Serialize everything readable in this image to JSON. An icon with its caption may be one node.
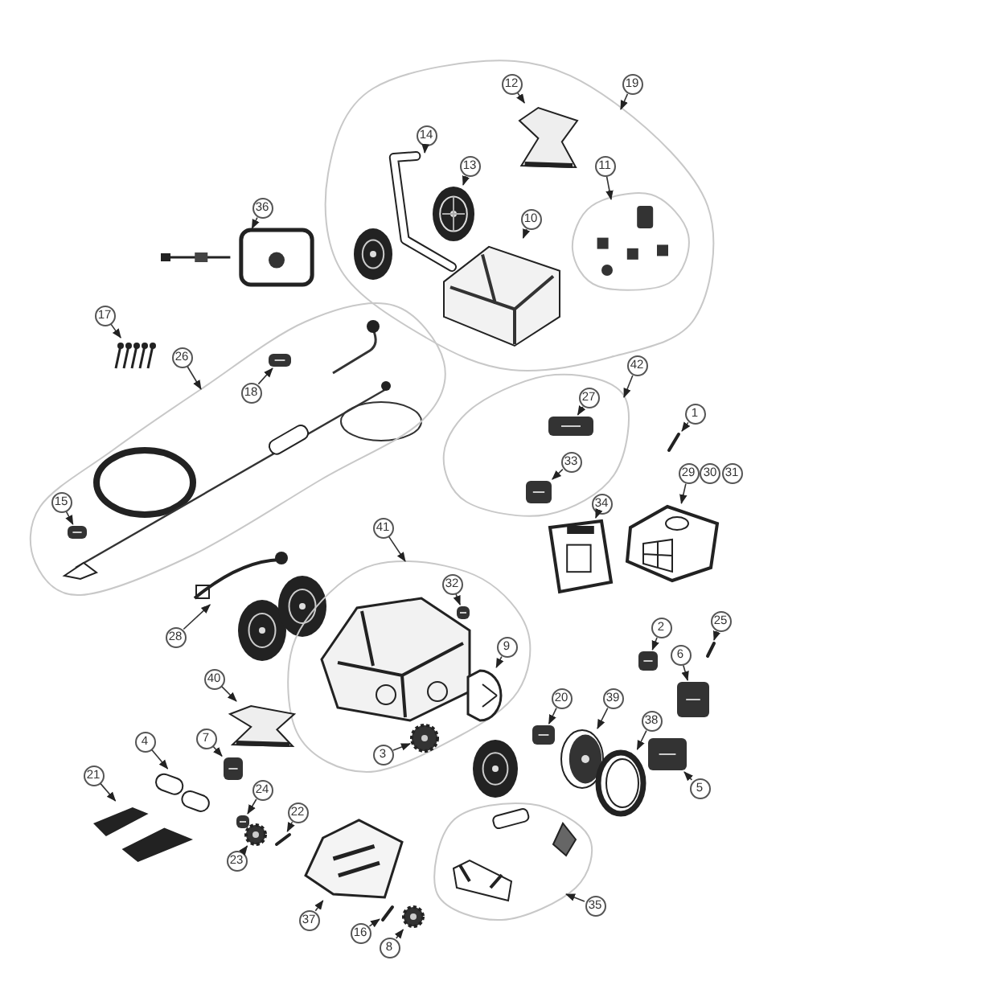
{
  "diagram": {
    "nodes": [
      {
        "text": [],
        "shape": "outline"
      },
      {
        "text": [
          "12"
        ],
        "in": 0
      },
      {
        "text": [],
        "shape": "picture",
        "in": 0
      },
      {
        "text": [
          "19"
        ]
      },
      {
        "text": [
          "14"
        ],
        "in": 0
      },
      {
        "text": [],
        "shape": "picture",
        "in": 0
      },
      {
        "text": [
          "13"
        ],
        "in": 0
      },
      {
        "text": [],
        "shape": "picture",
        "in": 0
      },
      {
        "text": [
          "11"
        ],
        "in": 0
      },
      {
        "text": [],
        "shape": "outline",
        "in": 0
      },
      {
        "text": [],
        "shape": "picture",
        "in": 9
      },
      {
        "text": [
          "10"
        ],
        "in": 0
      },
      {
        "text": [],
        "shape": "picture",
        "in": 0
      },
      {
        "text": [
          "36"
        ]
      },
      {
        "text": [],
        "shape": "picture"
      },
      {
        "text": [
          "17"
        ]
      },
      {
        "text": [],
        "shape": "picture"
      },
      {
        "text": [],
        "shape": "outline"
      },
      {
        "text": [
          "26"
        ]
      },
      {
        "text": [
          "18"
        ],
        "in": 17
      },
      {
        "text": [],
        "shape": "picture",
        "in": 17
      },
      {
        "text": [
          "15"
        ],
        "in": 17
      },
      {
        "text": [],
        "shape": "picture",
        "in": 17
      },
      {
        "text": [],
        "shape": "outline"
      },
      {
        "text": [
          "42"
        ]
      },
      {
        "text": [
          "27"
        ],
        "in": 23
      },
      {
        "text": [],
        "shape": "picture",
        "in": 23
      },
      {
        "text": [
          "1"
        ]
      },
      {
        "text": [],
        "shape": "picture"
      },
      {
        "text": [
          "33"
        ],
        "in": 23
      },
      {
        "text": [],
        "shape": "picture",
        "in": 23
      },
      {
        "text": [
          "29"
        ]
      },
      {
        "text": [
          "30"
        ]
      },
      {
        "text": [
          "31"
        ]
      },
      {
        "text": [
          "34"
        ]
      },
      {
        "text": [],
        "shape": "picture"
      },
      {
        "text": [],
        "shape": "picture"
      },
      {
        "text": [],
        "shape": "outline"
      },
      {
        "text": [
          "41"
        ]
      },
      {
        "text": [
          "32"
        ],
        "in": 37
      },
      {
        "text": [],
        "shape": "picture",
        "in": 37
      },
      {
        "text": [
          "28"
        ]
      },
      {
        "text": [],
        "shape": "picture"
      },
      {
        "text": [
          "2"
        ]
      },
      {
        "text": [],
        "shape": "picture"
      },
      {
        "text": [
          "25"
        ]
      },
      {
        "text": [],
        "shape": "picture"
      },
      {
        "text": [
          "9"
        ],
        "in": 37
      },
      {
        "text": [],
        "shape": "picture",
        "in": 37
      },
      {
        "text": [
          "6"
        ]
      },
      {
        "text": [],
        "shape": "picture"
      },
      {
        "text": [
          "40"
        ]
      },
      {
        "text": [],
        "shape": "picture"
      },
      {
        "text": [
          "20"
        ]
      },
      {
        "text": [],
        "shape": "picture"
      },
      {
        "text": [
          "39"
        ]
      },
      {
        "text": [],
        "shape": "picture"
      },
      {
        "text": [
          "38"
        ]
      },
      {
        "text": [],
        "shape": "picture"
      },
      {
        "text": [
          "4"
        ]
      },
      {
        "text": [],
        "shape": "picture"
      },
      {
        "text": [
          "7"
        ]
      },
      {
        "text": [],
        "shape": "picture"
      },
      {
        "text": [
          "3"
        ],
        "in": 37
      },
      {
        "text": [],
        "shape": "picture",
        "in": 37
      },
      {
        "text": [
          "5"
        ]
      },
      {
        "text": [],
        "shape": "picture"
      },
      {
        "text": [
          "21"
        ]
      },
      {
        "text": [],
        "shape": "picture"
      },
      {
        "text": [
          "24"
        ]
      },
      {
        "text": [],
        "shape": "picture"
      },
      {
        "text": [
          "22"
        ]
      },
      {
        "text": [],
        "shape": "picture"
      },
      {
        "text": [
          "23"
        ]
      },
      {
        "text": [],
        "shape": "picture"
      },
      {
        "text": [],
        "shape": "outline"
      },
      {
        "text": [
          "37"
        ]
      },
      {
        "text": [],
        "shape": "picture"
      },
      {
        "text": [
          "16"
        ]
      },
      {
        "text": [],
        "shape": "picture"
      },
      {
        "text": [
          "8"
        ]
      },
      {
        "text": [],
        "shape": "picture"
      },
      {
        "text": [
          "35"
        ]
      }
    ],
    "edges": [
      {
        "from": 1,
        "to": 2,
        "arrow": "to"
      },
      {
        "from": 3,
        "to": 0,
        "arrow": "to"
      },
      {
        "from": 4,
        "to": 5,
        "arrow": "to"
      },
      {
        "from": 6,
        "to": 7,
        "arrow": "to"
      },
      {
        "from": 8,
        "to": 9,
        "arrow": "to"
      },
      {
        "from": 11,
        "to": 12,
        "arrow": "to"
      },
      {
        "from": 13,
        "to": 14,
        "arrow": "to"
      },
      {
        "from": 15,
        "to": 16,
        "arrow": "to"
      },
      {
        "from": 18,
        "to": 17,
        "arrow": "to"
      },
      {
        "from": 19,
        "to": 20,
        "arrow": "to"
      },
      {
        "from": 21,
        "to": 22,
        "arrow": "to"
      },
      {
        "from": 24,
        "to": 23,
        "arrow": "to"
      },
      {
        "from": 25,
        "to": 26,
        "arrow": "to"
      },
      {
        "from": 27,
        "to": 28,
        "arrow": "to"
      },
      {
        "from": 29,
        "to": 30,
        "arrow": "to"
      },
      {
        "from": 31,
        "to": 36,
        "arrow": "to"
      },
      {
        "from": 34,
        "to": 35,
        "arrow": "to"
      },
      {
        "from": 38,
        "to": 37,
        "arrow": "to"
      },
      {
        "from": 39,
        "to": 40,
        "arrow": "to"
      },
      {
        "from": 41,
        "to": 42,
        "arrow": "to"
      },
      {
        "from": 43,
        "to": 44,
        "arrow": "to"
      },
      {
        "from": 45,
        "to": 46,
        "arrow": "to"
      },
      {
        "from": 47,
        "to": 48,
        "arrow": "to"
      },
      {
        "from": 49,
        "to": 50,
        "arrow": "to"
      },
      {
        "from": 51,
        "to": 52,
        "arrow": "to"
      },
      {
        "from": 53,
        "to": 54,
        "arrow": "to"
      },
      {
        "from": 55,
        "to": 56,
        "arrow": "to"
      },
      {
        "from": 57,
        "to": 58,
        "arrow": "to"
      },
      {
        "from": 59,
        "to": 60,
        "arrow": "to"
      },
      {
        "from": 61,
        "to": 62,
        "arrow": "to"
      },
      {
        "from": 63,
        "to": 64,
        "arrow": "to"
      },
      {
        "from": 65,
        "to": 66,
        "arrow": "to"
      },
      {
        "from": 67,
        "to": 68,
        "arrow": "to"
      },
      {
        "from": 69,
        "to": 70,
        "arrow": "to"
      },
      {
        "from": 71,
        "to": 72,
        "arrow": "to"
      },
      {
        "from": 73,
        "to": 74,
        "arrow": "to"
      },
      {
        "from": 76,
        "to": 77,
        "arrow": "to"
      },
      {
        "from": 78,
        "to": 79,
        "arrow": "to"
      },
      {
        "from": 80,
        "to": 81,
        "arrow": "to"
      },
      {
        "from": 82,
        "to": 75,
        "arrow": "to"
      }
    ]
  }
}
